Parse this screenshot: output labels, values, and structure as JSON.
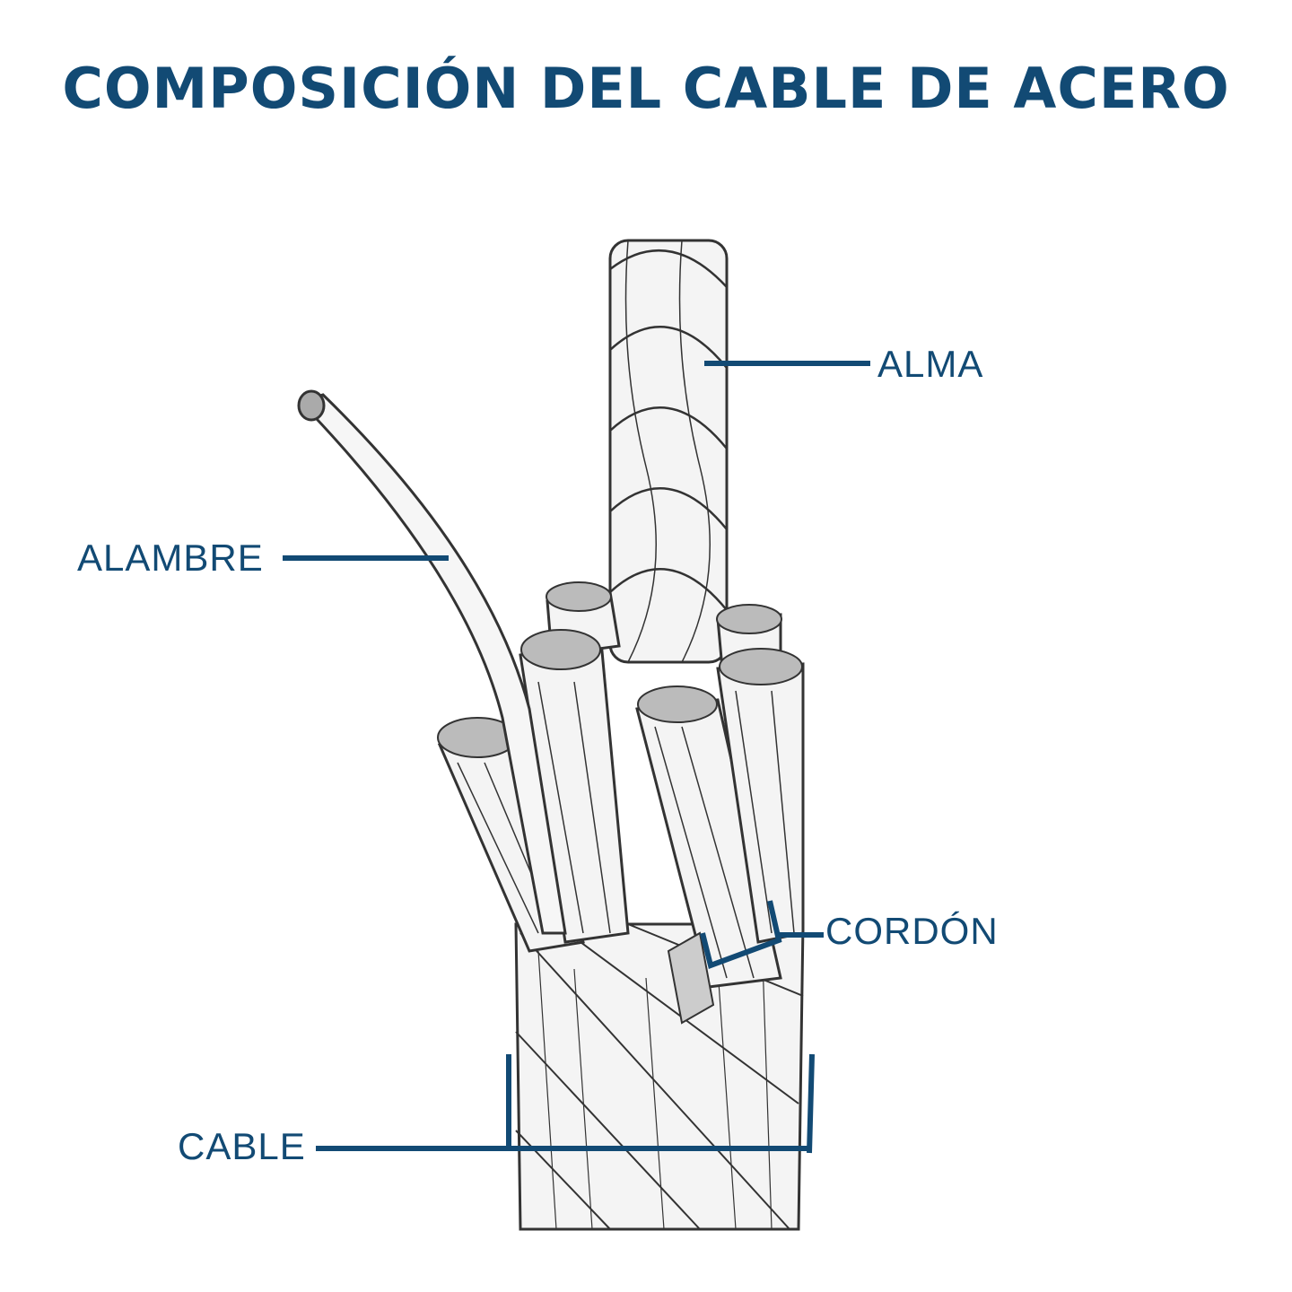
{
  "title": "COMPOSICIÓN DEL CABLE DE ACERO",
  "labels": {
    "alma": "ALMA",
    "alambre": "ALAMBRE",
    "cordon": "CORDÓN",
    "cable": "CABLE"
  },
  "colors": {
    "accent": "#124a74",
    "ink": "#333333"
  }
}
